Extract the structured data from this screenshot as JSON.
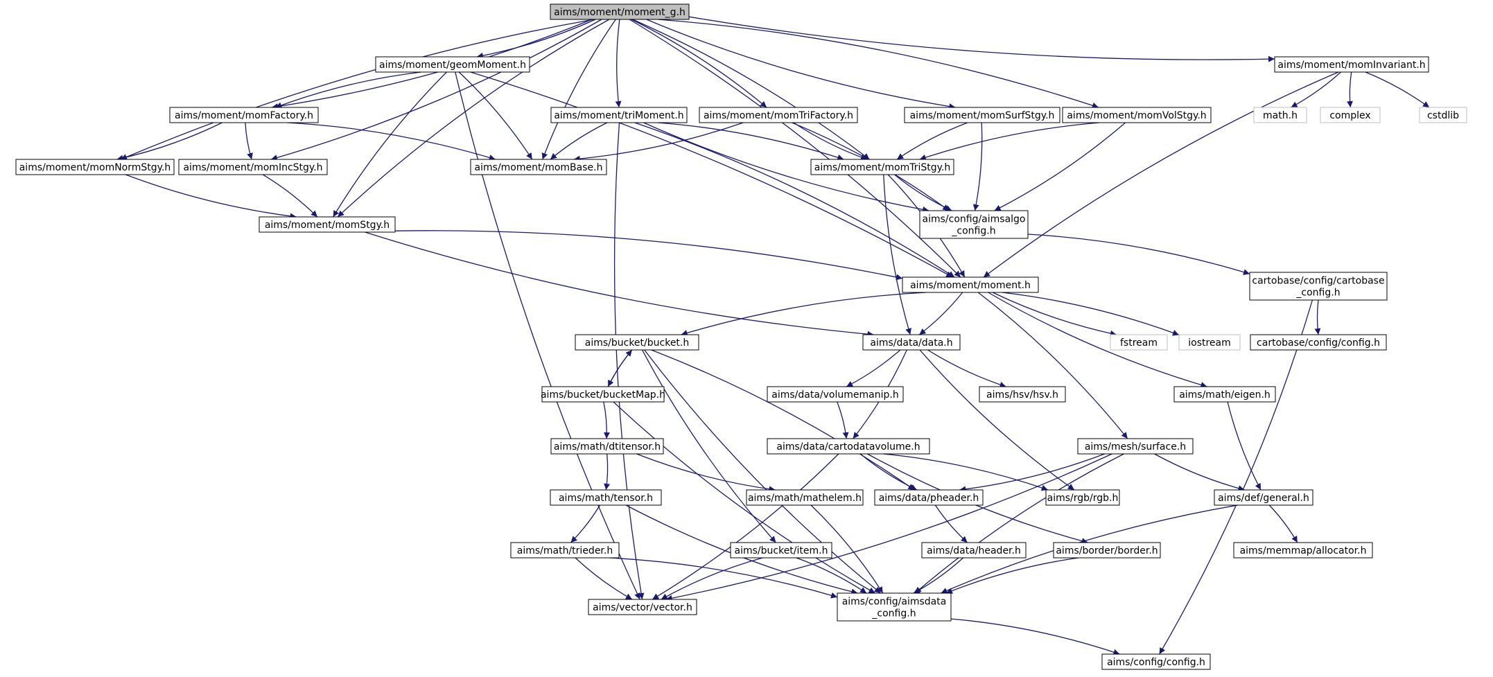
{
  "colors": {
    "edge": "#191970",
    "root_fill": "#bfbfbf",
    "node_border": "#000000",
    "external_border": "#bfbfbf",
    "external_text": "#000000"
  },
  "nodes": [
    {
      "id": "moment_g",
      "lines": [
        "aims/moment/moment_g.h"
      ],
      "kind": "root"
    },
    {
      "id": "geomMoment",
      "lines": [
        "aims/moment/geomMoment.h"
      ],
      "kind": "normal"
    },
    {
      "id": "momInvariant",
      "lines": [
        "aims/moment/momInvariant.h"
      ],
      "kind": "normal"
    },
    {
      "id": "momFactory",
      "lines": [
        "aims/moment/momFactory.h"
      ],
      "kind": "normal"
    },
    {
      "id": "triMoment",
      "lines": [
        "aims/moment/triMoment.h"
      ],
      "kind": "normal"
    },
    {
      "id": "momTriFactory",
      "lines": [
        "aims/moment/momTriFactory.h"
      ],
      "kind": "normal"
    },
    {
      "id": "momSurfStgy",
      "lines": [
        "aims/moment/momSurfStgy.h"
      ],
      "kind": "normal"
    },
    {
      "id": "momVolStgy",
      "lines": [
        "aims/moment/momVolStgy.h"
      ],
      "kind": "normal"
    },
    {
      "id": "math_h",
      "lines": [
        "math.h"
      ],
      "kind": "external"
    },
    {
      "id": "complex",
      "lines": [
        "complex"
      ],
      "kind": "external"
    },
    {
      "id": "cstdlib",
      "lines": [
        "cstdlib"
      ],
      "kind": "external"
    },
    {
      "id": "momNormStgy",
      "lines": [
        "aims/moment/momNormStgy.h"
      ],
      "kind": "normal"
    },
    {
      "id": "momIncStgy",
      "lines": [
        "aims/moment/momIncStgy.h"
      ],
      "kind": "normal"
    },
    {
      "id": "momBase",
      "lines": [
        "aims/moment/momBase.h"
      ],
      "kind": "normal"
    },
    {
      "id": "momTriStgy",
      "lines": [
        "aims/moment/momTriStgy.h"
      ],
      "kind": "normal"
    },
    {
      "id": "momStgy",
      "lines": [
        "aims/moment/momStgy.h"
      ],
      "kind": "normal"
    },
    {
      "id": "aimsalgo_config",
      "lines": [
        "aims/config/aimsalgo",
        "_config.h"
      ],
      "kind": "normal"
    },
    {
      "id": "moment",
      "lines": [
        "aims/moment/moment.h"
      ],
      "kind": "normal"
    },
    {
      "id": "cartobase_config",
      "lines": [
        "cartobase/config/cartobase",
        "_config.h"
      ],
      "kind": "normal"
    },
    {
      "id": "bucket",
      "lines": [
        "aims/bucket/bucket.h"
      ],
      "kind": "normal"
    },
    {
      "id": "data",
      "lines": [
        "aims/data/data.h"
      ],
      "kind": "normal"
    },
    {
      "id": "fstream",
      "lines": [
        "fstream"
      ],
      "kind": "external"
    },
    {
      "id": "iostream",
      "lines": [
        "iostream"
      ],
      "kind": "external"
    },
    {
      "id": "cartobase_cfg",
      "lines": [
        "cartobase/config/config.h"
      ],
      "kind": "normal"
    },
    {
      "id": "bucketMap",
      "lines": [
        "aims/bucket/bucketMap.h"
      ],
      "kind": "normal"
    },
    {
      "id": "volumemanip",
      "lines": [
        "aims/data/volumemanip.h"
      ],
      "kind": "normal"
    },
    {
      "id": "hsv",
      "lines": [
        "aims/hsv/hsv.h"
      ],
      "kind": "normal"
    },
    {
      "id": "eigen",
      "lines": [
        "aims/math/eigen.h"
      ],
      "kind": "normal"
    },
    {
      "id": "dtitensor",
      "lines": [
        "aims/math/dtitensor.h"
      ],
      "kind": "normal"
    },
    {
      "id": "cartodatavolume",
      "lines": [
        "aims/data/cartodatavolume.h"
      ],
      "kind": "normal"
    },
    {
      "id": "surface",
      "lines": [
        "aims/mesh/surface.h"
      ],
      "kind": "normal"
    },
    {
      "id": "tensor",
      "lines": [
        "aims/math/tensor.h"
      ],
      "kind": "normal"
    },
    {
      "id": "mathelem",
      "lines": [
        "aims/math/mathelem.h"
      ],
      "kind": "normal"
    },
    {
      "id": "pheader",
      "lines": [
        "aims/data/pheader.h"
      ],
      "kind": "normal"
    },
    {
      "id": "rgb",
      "lines": [
        "aims/rgb/rgb.h"
      ],
      "kind": "normal"
    },
    {
      "id": "general",
      "lines": [
        "aims/def/general.h"
      ],
      "kind": "normal"
    },
    {
      "id": "trieder",
      "lines": [
        "aims/math/trieder.h"
      ],
      "kind": "normal"
    },
    {
      "id": "item",
      "lines": [
        "aims/bucket/item.h"
      ],
      "kind": "normal"
    },
    {
      "id": "header",
      "lines": [
        "aims/data/header.h"
      ],
      "kind": "normal"
    },
    {
      "id": "border",
      "lines": [
        "aims/border/border.h"
      ],
      "kind": "normal"
    },
    {
      "id": "allocator",
      "lines": [
        "aims/memmap/allocator.h"
      ],
      "kind": "normal"
    },
    {
      "id": "vector",
      "lines": [
        "aims/vector/vector.h"
      ],
      "kind": "normal"
    },
    {
      "id": "aimsdata_config",
      "lines": [
        "aims/config/aimsdata",
        "_config.h"
      ],
      "kind": "normal"
    },
    {
      "id": "config",
      "lines": [
        "aims/config/config.h"
      ],
      "kind": "normal"
    }
  ],
  "edges": [
    [
      "moment_g",
      "geomMoment"
    ],
    [
      "moment_g",
      "momInvariant"
    ],
    [
      "moment_g",
      "momFactory"
    ],
    [
      "moment_g",
      "triMoment"
    ],
    [
      "moment_g",
      "momTriFactory"
    ],
    [
      "moment_g",
      "momSurfStgy"
    ],
    [
      "moment_g",
      "momVolStgy"
    ],
    [
      "moment_g",
      "momNormStgy"
    ],
    [
      "moment_g",
      "momIncStgy"
    ],
    [
      "moment_g",
      "momBase"
    ],
    [
      "moment_g",
      "momTriStgy"
    ],
    [
      "moment_g",
      "momStgy"
    ],
    [
      "moment_g",
      "moment"
    ],
    [
      "geomMoment",
      "momFactory"
    ],
    [
      "geomMoment",
      "momBase"
    ],
    [
      "geomMoment",
      "momStgy"
    ],
    [
      "geomMoment",
      "moment"
    ],
    [
      "geomMoment",
      "vector"
    ],
    [
      "momInvariant",
      "math_h"
    ],
    [
      "momInvariant",
      "complex"
    ],
    [
      "momInvariant",
      "cstdlib"
    ],
    [
      "momInvariant",
      "moment"
    ],
    [
      "momFactory",
      "momNormStgy"
    ],
    [
      "momFactory",
      "momIncStgy"
    ],
    [
      "momFactory",
      "momBase"
    ],
    [
      "triMoment",
      "momBase"
    ],
    [
      "triMoment",
      "momTriStgy"
    ],
    [
      "triMoment",
      "aimsalgo_config"
    ],
    [
      "triMoment",
      "moment"
    ],
    [
      "triMoment",
      "vector"
    ],
    [
      "momTriFactory",
      "momBase"
    ],
    [
      "momTriFactory",
      "momTriStgy"
    ],
    [
      "momTriFactory",
      "aimsalgo_config"
    ],
    [
      "momSurfStgy",
      "momTriStgy"
    ],
    [
      "momSurfStgy",
      "aimsalgo_config"
    ],
    [
      "momVolStgy",
      "momTriStgy"
    ],
    [
      "momVolStgy",
      "aimsalgo_config"
    ],
    [
      "momNormStgy",
      "momStgy"
    ],
    [
      "momIncStgy",
      "momStgy"
    ],
    [
      "momTriStgy",
      "aimsalgo_config"
    ],
    [
      "momTriStgy",
      "moment"
    ],
    [
      "momTriStgy",
      "data"
    ],
    [
      "momStgy",
      "moment"
    ],
    [
      "momStgy",
      "data"
    ],
    [
      "aimsalgo_config",
      "cartobase_config"
    ],
    [
      "cartobase_config",
      "cartobase_cfg"
    ],
    [
      "cartobase_config",
      "config"
    ],
    [
      "moment",
      "bucket"
    ],
    [
      "moment",
      "data"
    ],
    [
      "moment",
      "fstream"
    ],
    [
      "moment",
      "iostream"
    ],
    [
      "moment",
      "eigen"
    ],
    [
      "moment",
      "surface"
    ],
    [
      "bucket",
      "bucketMap"
    ],
    [
      "bucketMap",
      "bucket"
    ],
    [
      "bucket",
      "item"
    ],
    [
      "bucket",
      "pheader"
    ],
    [
      "bucket",
      "aimsdata_config"
    ],
    [
      "bucketMap",
      "dtitensor"
    ],
    [
      "bucketMap",
      "aimsdata_config"
    ],
    [
      "data",
      "volumemanip"
    ],
    [
      "data",
      "hsv"
    ],
    [
      "data",
      "cartodatavolume"
    ],
    [
      "data",
      "rgb"
    ],
    [
      "volumemanip",
      "cartodatavolume"
    ],
    [
      "cartodatavolume",
      "pheader"
    ],
    [
      "cartodatavolume",
      "rgb"
    ],
    [
      "cartodatavolume",
      "border"
    ],
    [
      "cartodatavolume",
      "vector"
    ],
    [
      "eigen",
      "general"
    ],
    [
      "dtitensor",
      "tensor"
    ],
    [
      "dtitensor",
      "mathelem"
    ],
    [
      "tensor",
      "trieder"
    ],
    [
      "tensor",
      "aimsdata_config"
    ],
    [
      "mathelem",
      "aimsdata_config"
    ],
    [
      "trieder",
      "vector"
    ],
    [
      "trieder",
      "aimsdata_config"
    ],
    [
      "item",
      "vector"
    ],
    [
      "item",
      "aimsdata_config"
    ],
    [
      "pheader",
      "header"
    ],
    [
      "header",
      "aimsdata_config"
    ],
    [
      "border",
      "aimsdata_config"
    ],
    [
      "surface",
      "pheader"
    ],
    [
      "surface",
      "general"
    ],
    [
      "surface",
      "vector"
    ],
    [
      "surface",
      "aimsdata_config"
    ],
    [
      "general",
      "allocator"
    ],
    [
      "general",
      "aimsdata_config"
    ],
    [
      "aimsdata_config",
      "config"
    ]
  ]
}
